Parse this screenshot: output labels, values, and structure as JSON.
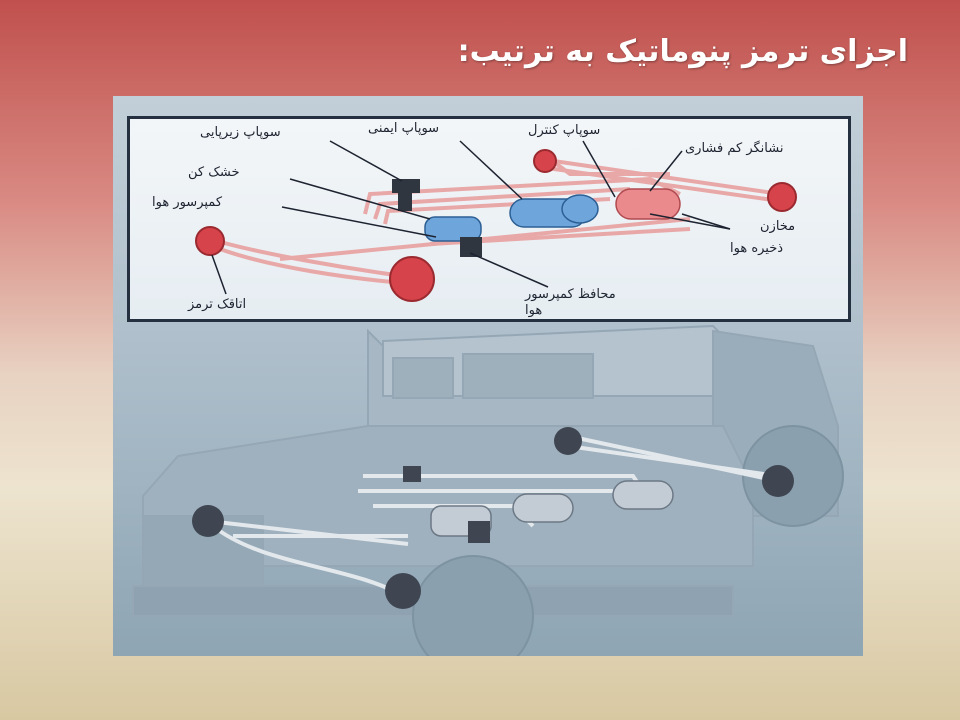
{
  "slide": {
    "title": "اجزای ترمز پنوماتیک به ترتیب:"
  },
  "diagram": {
    "labels": {
      "brake_valve": "سوپاپ زیرپایی",
      "safety_valve": "سوپاپ ایمنی",
      "control_valve": "سوپاپ کنترل",
      "low_pressure_indicator": "نشانگر کم فشاری",
      "dryer": "خشک کن",
      "air_compressor": "کمپرسور هوا",
      "air_tanks_line1": "مخازن",
      "air_tanks_line2": "ذخیره هوا",
      "compressor_governor_line1": "محافظ کمپرسور",
      "compressor_governor_line2": "هوا",
      "brake_chamber": "اتاقک ترمز"
    }
  }
}
